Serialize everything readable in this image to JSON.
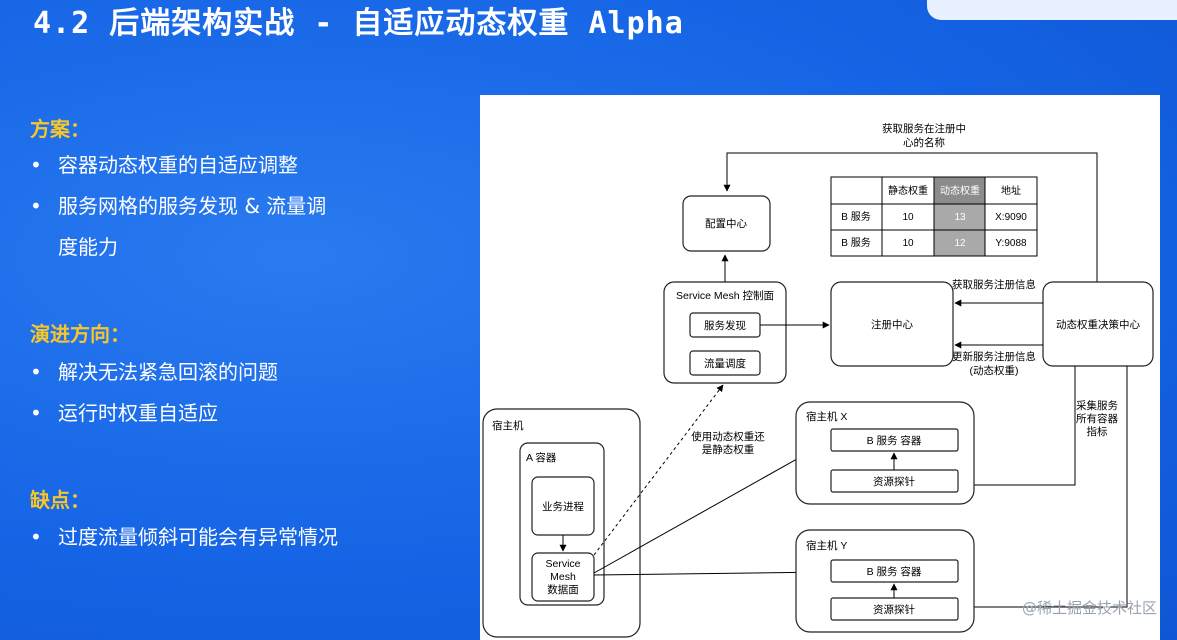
{
  "slide": {
    "title": "4.2 后端架构实战 - 自适应动态权重 Alpha",
    "sections": [
      {
        "heading": "方案：",
        "bullets": [
          "容器动态权重的自适应调整",
          "服务网格的服务发现 & 流量调",
          "度能力"
        ]
      },
      {
        "heading": "演进方向：",
        "bullets": [
          "解决无法紧急回滚的问题",
          "运行时权重自适应"
        ]
      },
      {
        "heading": "缺点：",
        "bullets": [
          "过度流量倾斜可能会有异常情况"
        ]
      }
    ],
    "footer_watermark": "@稀土掘金技术社区"
  },
  "diagram": {
    "config_center": "配置中心",
    "mesh_control": "Service Mesh 控制面",
    "service_discovery": "服务发现",
    "traffic_dispatch": "流量调度",
    "registry": "注册中心",
    "decision_center": "动态权重决策中心",
    "top_note_line1": "获取服务在注册中",
    "top_note_line2": "心的名称",
    "fetch_info": "获取服务注册信息",
    "update_info_line1": "更新服务注册信息",
    "update_info_line2": "(动态权重)",
    "collect_line1": "采集服务",
    "collect_line2": "所有容器",
    "collect_line3": "指标",
    "dashed_note_line1": "使用动态权重还",
    "dashed_note_line2": "是静态权重",
    "host": "宿主机",
    "container_a": "A 容器",
    "biz_process": "业务进程",
    "mesh_data_line1": "Service",
    "mesh_data_line2": "Mesh",
    "mesh_data_line3": "数据面",
    "host_x": "宿主机 X",
    "host_y": "宿主机 Y",
    "b_service_container": "B 服务 容器",
    "resource_probe": "资源探针",
    "table": {
      "headers": [
        "",
        "静态权重",
        "动态权重",
        "地址"
      ],
      "rows": [
        [
          "B 服务",
          "10",
          "13",
          "X:9090"
        ],
        [
          "B 服务",
          "10",
          "12",
          "Y:9088"
        ]
      ]
    }
  }
}
